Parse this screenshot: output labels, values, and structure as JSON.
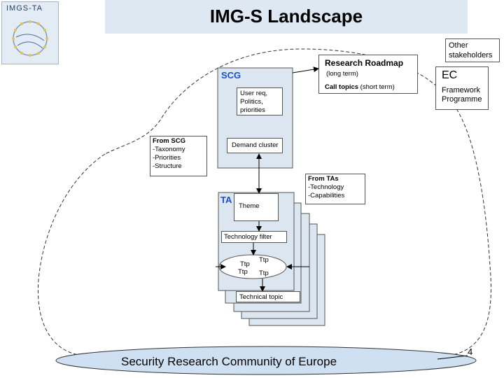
{
  "title": "IMG-S Landscape",
  "logo_text": "IMGS-TA",
  "research_roadmap": "Research Roadmap",
  "long_term": "(long term)",
  "call_topics_bold": "Call topics",
  "call_topics_rest": " (short term)",
  "scg_label": "SCG",
  "user_req": [
    "User req,",
    "Politics,",
    "priorities"
  ],
  "from_scg": {
    "title": "From SCG",
    "items": [
      "-Taxonomy",
      "-Priorities",
      "-Structure"
    ]
  },
  "demand_cluster": "Demand cluster",
  "other_stakeholders": [
    "Other",
    "stakeholders"
  ],
  "ec": {
    "label": "EC",
    "lines": [
      "Framework",
      "Programme"
    ]
  },
  "from_tas": {
    "title": "From TAs",
    "items": [
      "-Technology",
      "-Capabilities"
    ]
  },
  "ta_label": "TA",
  "theme": "Theme",
  "technology_filter": "Technology filter",
  "ttp_labels": [
    "Ttp",
    "Ttp",
    "Ttp",
    "Ttp"
  ],
  "technical_topic": "Technical topic",
  "community": "Security Research Community of Europe",
  "page_number": "4",
  "colors": {
    "box_fill": "#dce6f0",
    "accent_blue": "#1a4fd0",
    "title_band": "#dde8f3"
  }
}
